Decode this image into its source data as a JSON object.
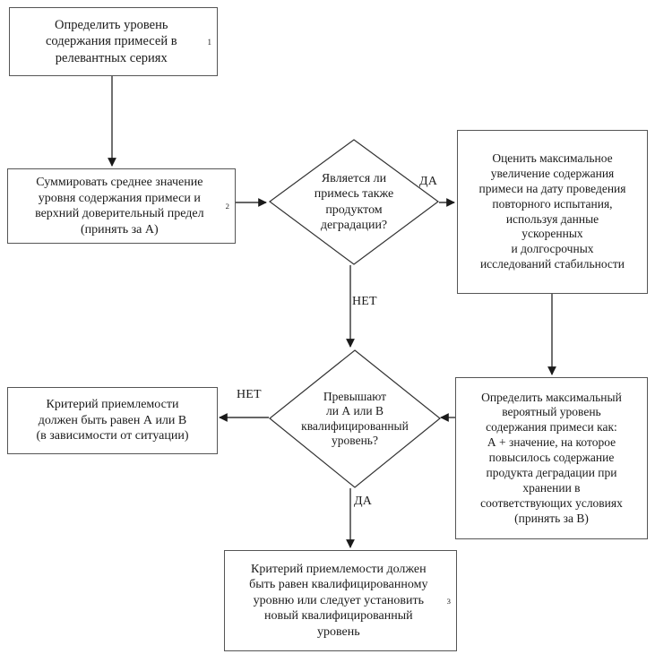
{
  "diagram": {
    "title": "Flowchart: определение критерия приемлемости примеси",
    "language": "ru",
    "stroke_color": "#555555",
    "text_color": "#1a1a1a",
    "background": "#ffffff"
  },
  "nodes": {
    "n1": {
      "id": "n1",
      "shape": "process",
      "text": "Определить уровень\nсодержания примесей в\nрелевантных сериях",
      "superscript": "1"
    },
    "n2": {
      "id": "n2",
      "shape": "process",
      "text": "Суммировать среднее значение\nуровня содержания примеси и\nверхний доверительный предел\n(принять за А)",
      "superscript": "2"
    },
    "d1": {
      "id": "d1",
      "shape": "decision",
      "text": "Является ли\nпримесь также\nпродуктом\nдеградации?"
    },
    "n3": {
      "id": "n3",
      "shape": "process",
      "text": "Оценить максимальное\nувеличение содержания\nпримеси на дату проведения\nповторного испытания,\nиспользуя данные\nускоренных\nи долгосрочных\nисследований стабильности",
      "superscript": ""
    },
    "n4": {
      "id": "n4",
      "shape": "process",
      "text": "Определить максимальный\nвероятный уровень\nсодержания примеси как:\nА + значение, на которое\nповысилось содержание\nпродукта деградации при\nхранении в\nсоответствующих условиях\n(принять за В)",
      "superscript": ""
    },
    "d2": {
      "id": "d2",
      "shape": "decision",
      "text": "Превышают\nли А или В\nквалифицированный\nуровень?"
    },
    "n5": {
      "id": "n5",
      "shape": "process",
      "text": "Критерий приемлемости\nдолжен быть равен А или В\n(в зависимости от ситуации)",
      "superscript": ""
    },
    "n6": {
      "id": "n6",
      "shape": "process",
      "text": "Критерий приемлемости должен\nбыть равен квалифицированному\nуровню или следует установить\nновый квалифицированный\nуровень",
      "superscript": "3"
    }
  },
  "edges": {
    "e1": {
      "from": "n1",
      "to": "n2",
      "label": ""
    },
    "e2": {
      "from": "n2",
      "to": "d1",
      "label": ""
    },
    "e3": {
      "from": "d1",
      "to": "n3",
      "label": "ДА"
    },
    "e4": {
      "from": "d1",
      "to": "d2",
      "label": "НЕТ"
    },
    "e5": {
      "from": "n3",
      "to": "n4",
      "label": ""
    },
    "e6": {
      "from": "n4",
      "to": "d2",
      "label": ""
    },
    "e7": {
      "from": "d2",
      "to": "n5",
      "label": "НЕТ"
    },
    "e8": {
      "from": "d2",
      "to": "n6",
      "label": "ДА"
    }
  }
}
